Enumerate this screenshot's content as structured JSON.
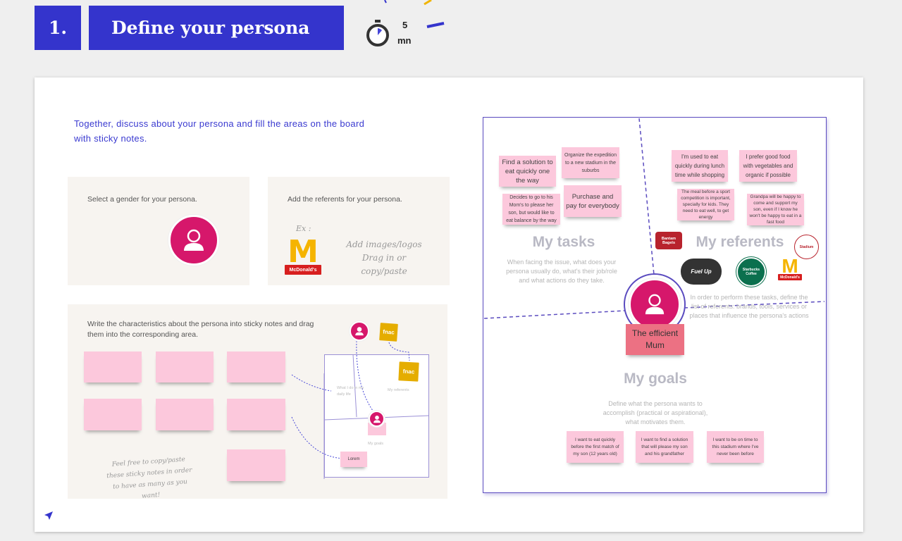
{
  "header": {
    "step": "1.",
    "title": "Define your persona",
    "timer_value": "5",
    "timer_unit": "mn"
  },
  "intro": "Together, discuss about your persona and fill the areas on the board with sticky notes.",
  "gender_panel": {
    "label": "Select a gender for your persona."
  },
  "referents_panel": {
    "label": "Add the referents for your persona.",
    "ex": "Ex :",
    "hint": "Add images/logos Drag in or copy/paste",
    "logo": "McDonald's"
  },
  "characteristics_panel": {
    "label": "Write the characteristics about the persona into sticky notes and drag them into the corresponding area.",
    "copy_hint": "Feel free to copy/paste these sticky notes in order to have as many as you want!",
    "mini": {
      "tasks": "What I do in my daily life",
      "referents": "My referents",
      "goals": "My goals",
      "note": "Lorem",
      "logo": "fnac"
    }
  },
  "board": {
    "persona_name": "The efficient Mum",
    "tasks": {
      "title": "My tasks",
      "desc": "When facing the issue, what does your persona usually do, what's their job/role and what actions do they take.",
      "notes": [
        "Find a solution to eat quickly one the way",
        "Organize the expedition to a new stadium in the suburbs",
        "Decides to go to his Mom's to please her son, but would like to eat balance by the way",
        "Purchase and pay for everybody"
      ]
    },
    "referents": {
      "title": "My referents",
      "desc": "In order to perform these tasks, define the list of referents: brands, tools, services or places that influence the persona's actions",
      "notes": [
        "I'm used to eat quickly during lunch time while shopping",
        "I prefer good food with vegetables and organic if possible",
        "The meal before a sport competition is important, specially for kids. They need to eat well, to get energy",
        "Grandpa will be happy to come and support my son, even if I know he won't be happy to eat in a fast food"
      ],
      "logos": [
        "Bantam Bagels",
        "Fuel Up",
        "Starbucks Coffee",
        "McDonald's",
        "Stadium"
      ]
    },
    "goals": {
      "title": "My goals",
      "desc": "Define what the persona wants to accomplish (practical or aspirational), what motivates them.",
      "notes": [
        "I want to eat quickly before the first match of my son (12 years old)",
        "I want to find a solution that will please my son and his grandfather",
        "I want to be on time to this stadium where I've never been before"
      ]
    }
  },
  "colors": {
    "brand": "#3434cc",
    "persona": "#d6176b",
    "sticky": "#fcc8dc",
    "persona_note": "#ec7183"
  }
}
